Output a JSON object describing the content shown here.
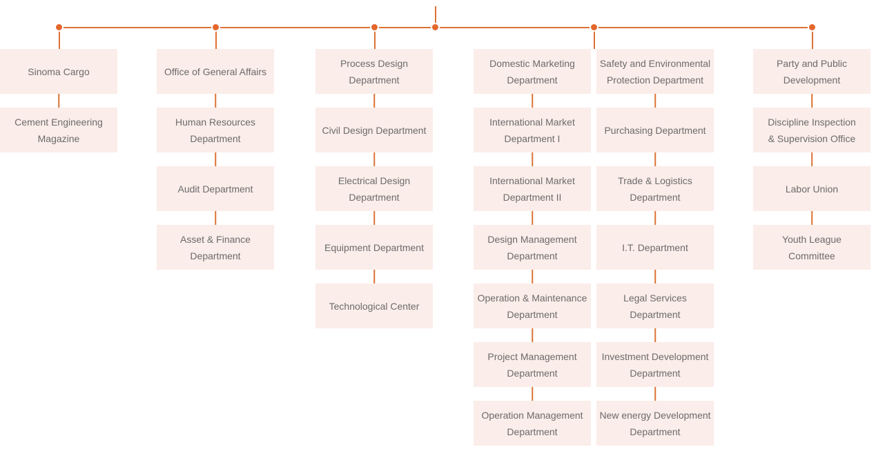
{
  "palette": {
    "line_color": "#dc7135",
    "dot_color": "#e4662b",
    "box_background": "#fbede9",
    "box_text_color": "#6b6b6b"
  },
  "org_chart": {
    "columns": [
      {
        "boxes": [
          {
            "label": "Sinoma Cargo"
          },
          {
            "label": "Cement Engineering\nMagazine"
          }
        ]
      },
      {
        "boxes": [
          {
            "label": "Office of General Affairs"
          },
          {
            "label": "Human Resources\nDepartment"
          },
          {
            "label": "Audit Department"
          },
          {
            "label": "Asset & Finance\nDepartment"
          }
        ]
      },
      {
        "boxes": [
          {
            "label": "Process Design\nDepartment"
          },
          {
            "label": "Civil Design Department"
          },
          {
            "label": "Electrical Design\nDepartment"
          },
          {
            "label": "Equipment Department"
          },
          {
            "label": "Technological Center"
          }
        ]
      },
      {
        "boxes": [
          {
            "label": "Domestic Marketing\nDepartment"
          },
          {
            "label": "International Market\nDepartment I"
          },
          {
            "label": "International Market\nDepartment II"
          },
          {
            "label": "Design Management\nDepartment"
          },
          {
            "label": "Operation & Maintenance\nDepartment"
          },
          {
            "label": "Project Management\nDepartment"
          },
          {
            "label": "Operation Management\nDepartment"
          }
        ]
      },
      {
        "boxes": [
          {
            "label": "Safety and Environmental\nProtection Department"
          },
          {
            "label": "Purchasing Department"
          },
          {
            "label": "Trade & Logistics\nDepartment"
          },
          {
            "label": "I.T. Department"
          },
          {
            "label": "Legal Services\nDepartment"
          },
          {
            "label": "Investment Development\nDepartment"
          },
          {
            "label": "New energy Development\nDepartment"
          }
        ]
      },
      {
        "boxes": [
          {
            "label": "Party and Public\nDevelopment"
          },
          {
            "label": "Discipline Inspection\n& Supervision Office"
          },
          {
            "label": "Labor Union"
          },
          {
            "label": "Youth League\nCommittee"
          }
        ]
      }
    ]
  }
}
